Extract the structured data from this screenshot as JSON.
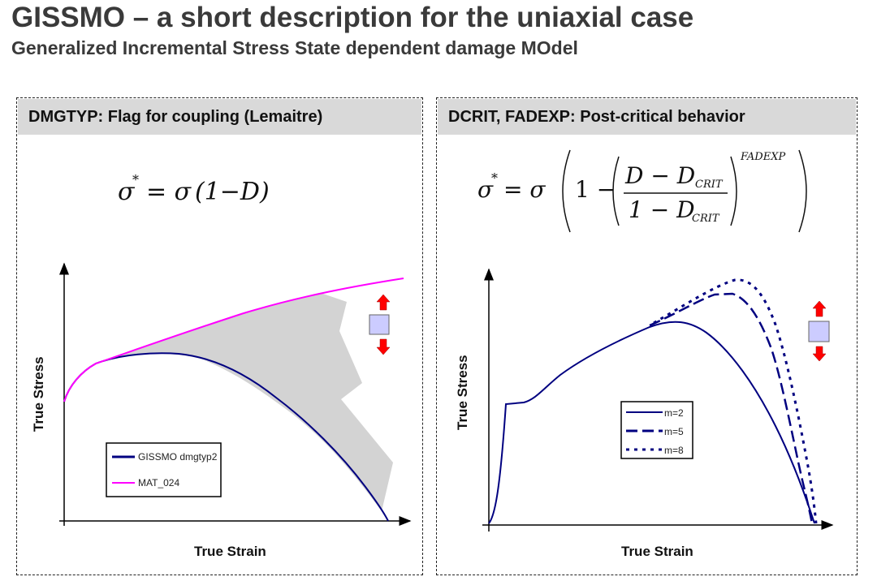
{
  "title": "GISSMO – a short description for the uniaxial case",
  "subtitle": "Generalized Incremental Stress State dependent damage MOdel",
  "left_panel": {
    "header": "DMGTYP: Flag for coupling (Lemaitre)",
    "formula": {
      "lhs": "σ",
      "star": "*",
      "eq": "= σ",
      "body": "(1−D)"
    },
    "chart": {
      "ylabel": "True Stress",
      "xlabel": "True Strain",
      "legend": [
        "GISSMO dmgtyp2",
        "MAT_024"
      ],
      "colors": {
        "gissmo": "#000080",
        "mat024": "#ff00ff",
        "fill": "#d3d3d3"
      }
    }
  },
  "right_panel": {
    "header": "DCRIT, FADEXP: Post-critical behavior",
    "formula": {
      "lhs": "σ",
      "star": "*",
      "eq": "= σ",
      "one": "1 −",
      "num": "D − D",
      "den": "1 − D",
      "sub": "CRIT",
      "exp": "FADEXP"
    },
    "chart": {
      "ylabel": "True Stress",
      "xlabel": "True Strain",
      "legend": [
        "m=2",
        "m=5",
        "m=8"
      ],
      "colors": {
        "line": "#000080",
        "arrow": "#ff0000",
        "box": "#ccccff"
      }
    }
  }
}
